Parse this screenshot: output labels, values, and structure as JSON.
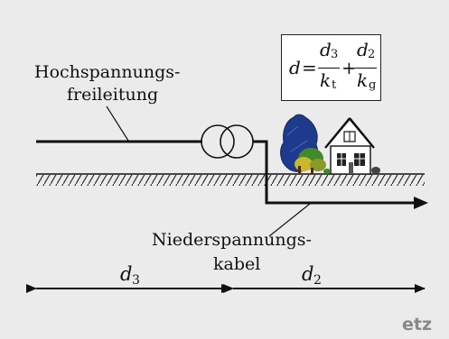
{
  "labels": {
    "overhead_line_line1": "Hochspannungs-",
    "overhead_line_line2": "freileitung",
    "cable_line1": "Niederspannungs-",
    "cable_line2": "kabel"
  },
  "formula": {
    "lhs": "d",
    "eq": "=",
    "plus": "+",
    "num1": "d",
    "num1_sub": "3",
    "den1": "k",
    "den1_sub": "t",
    "num2": "d",
    "num2_sub": "2",
    "den2": "k",
    "den2_sub": "g"
  },
  "dimensions": {
    "d3_symbol": "d",
    "d3_sub": "3",
    "d2_symbol": "d",
    "d2_sub": "2"
  },
  "brand": "etz",
  "colors": {
    "background": "#ebebeb",
    "stroke": "#111111",
    "tree_dark": "#1e3a8c",
    "tree_green": "#3f8a2a",
    "tree_yellow": "#c9b82a"
  }
}
